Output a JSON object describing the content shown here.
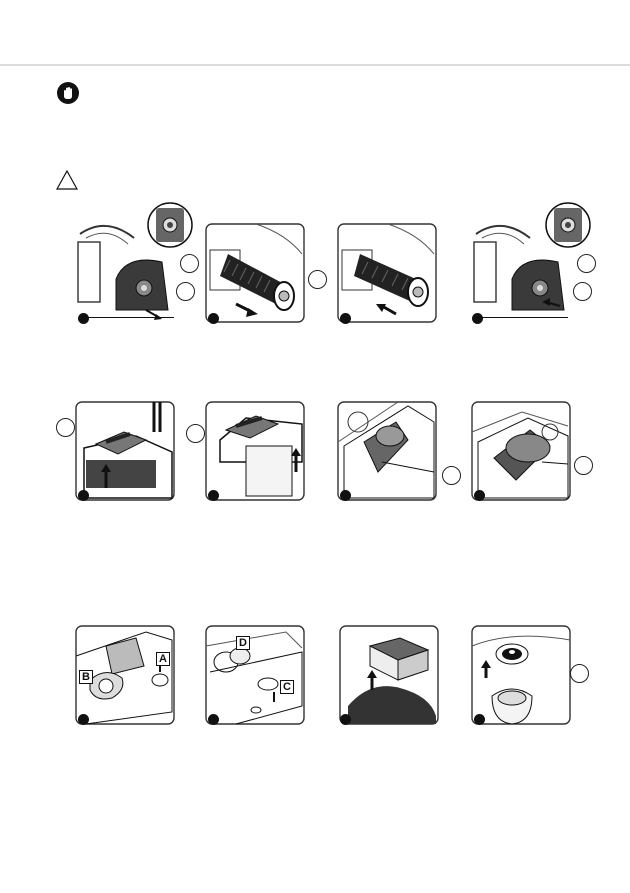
{
  "icons": {
    "glove": "glove-icon",
    "warning": "warning-triangle-icon"
  },
  "row3": {
    "labels": {
      "p1_a": "A",
      "p1_b": "B",
      "p2_d": "D",
      "p2_c": "C"
    }
  }
}
